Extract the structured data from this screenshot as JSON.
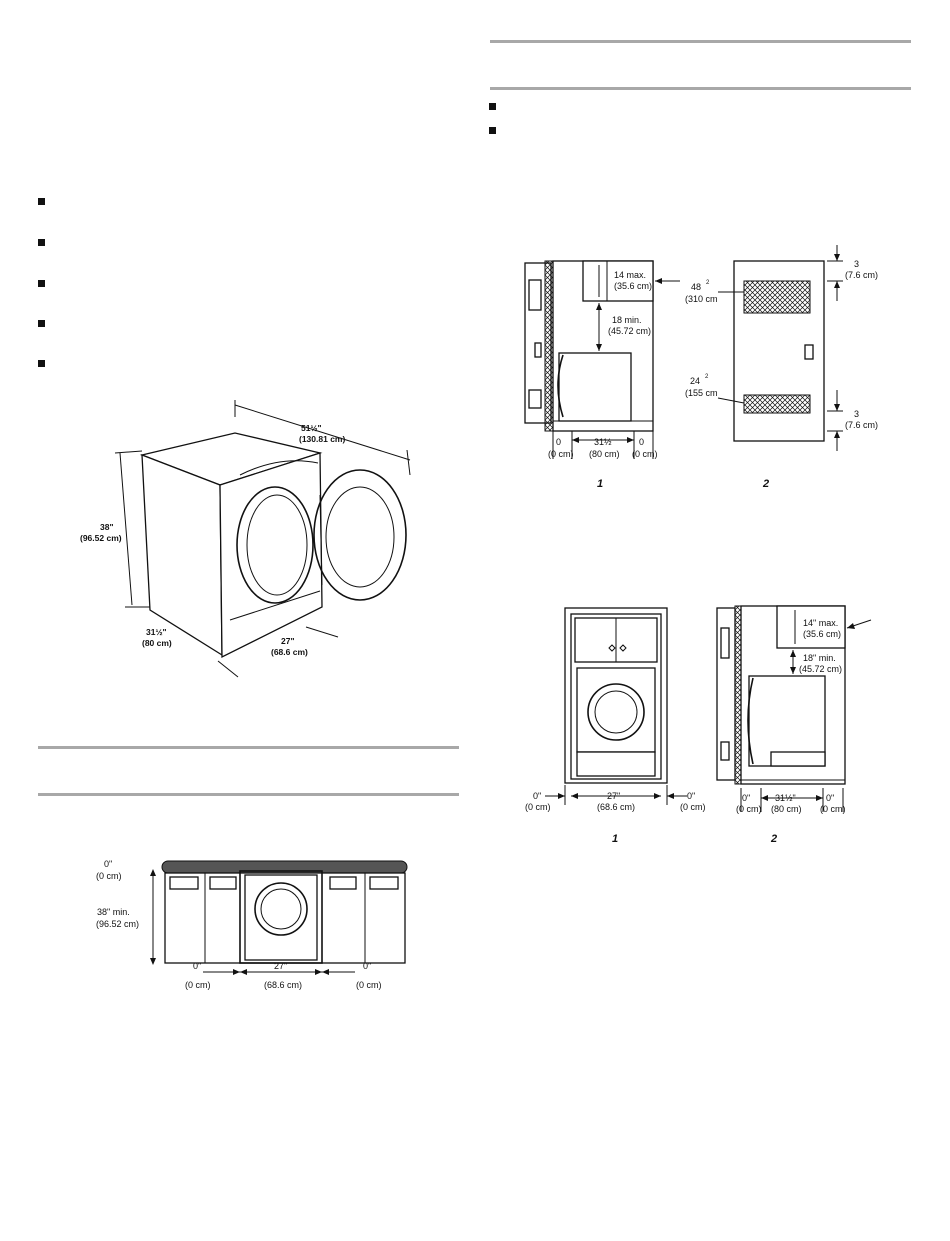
{
  "colors": {
    "rule": "#a8a8a8",
    "ink": "#111111",
    "countertop": "#555555"
  },
  "dryer_dims": {
    "depth_open": "51½\"",
    "depth_open_cm": "(130.81 cm)",
    "height": "38\"",
    "height_cm": "(96.52 cm)",
    "depth": "31½\"",
    "depth_cm": "(80 cm)",
    "width": "27\"",
    "width_cm": "(68.6 cm)"
  },
  "undercounter": {
    "top": "0\"",
    "top_cm": "(0 cm)",
    "height": "38\" min.",
    "height_cm": "(96.52 cm)",
    "left": "0\"",
    "left_cm": "(0 cm)",
    "width": "27\"",
    "width_cm": "(68.6 cm)",
    "right": "0\"",
    "right_cm": "(0 cm)"
  },
  "closet": {
    "cabinet": "14  max.",
    "cabinet_cm": "(35.6 cm)",
    "above": "18  min.",
    "above_cm": "(45.72 cm)",
    "left": "0",
    "left_cm": "(0 cm)",
    "depth": "31½",
    "depth_cm": "(80 cm)",
    "right": "0",
    "right_cm": "(0 cm)",
    "figure_1": "1",
    "figure_2": "2",
    "top_gap": "3",
    "top_gap_cm": "(7.6 cm)",
    "top_vent": "48",
    "top_vent_cm": "(310 cm",
    "bottom_vent": "24",
    "bottom_vent_cm": "(155 cm",
    "sup2": "2",
    "bottom_gap": "3",
    "bottom_gap_cm": "(7.6 cm)"
  },
  "recessed": {
    "left": "0\"",
    "left_cm": "(0 cm)",
    "width": "27\"",
    "width_cm": "(68.6 cm)",
    "right": "0\"",
    "right_cm": "(0 cm)",
    "cabinet": "14\" max.",
    "cabinet_cm": "(35.6 cm)",
    "above": "18\" min.",
    "above_cm": "(45.72 cm)",
    "side_left": "0\"",
    "side_left_cm": "(0 cm)",
    "depth": "31½\"",
    "depth_cm": "(80 cm)",
    "side_right": "0\"",
    "side_right_cm": "(0 cm)",
    "figure_1": "1",
    "figure_2": "2"
  }
}
